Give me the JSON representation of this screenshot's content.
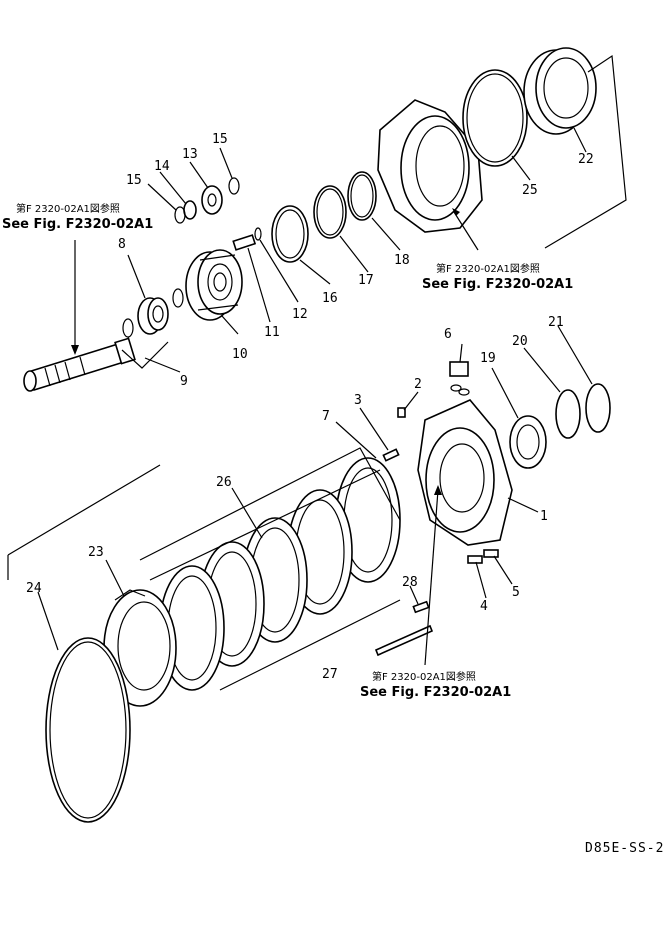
{
  "drawing": {
    "code": "D85E-SS-2",
    "refs": [
      {
        "id": "ref-left",
        "jp": "第F 2320-02A1図参照",
        "en": "See Fig. F2320-02A1"
      },
      {
        "id": "ref-mid",
        "jp": "第F 2320-02A1図参照",
        "en": "See Fig. F2320-02A1"
      },
      {
        "id": "ref-bottom",
        "jp": "第F 2320-02A1図参照",
        "en": "See Fig. F2320-02A1"
      }
    ],
    "callouts": [
      "1",
      "2",
      "3",
      "4",
      "5",
      "6",
      "7",
      "8",
      "9",
      "10",
      "11",
      "12",
      "13",
      "14",
      "15",
      "15",
      "16",
      "17",
      "18",
      "19",
      "20",
      "21",
      "22",
      "23",
      "24",
      "25",
      "26",
      "27",
      "28"
    ]
  }
}
